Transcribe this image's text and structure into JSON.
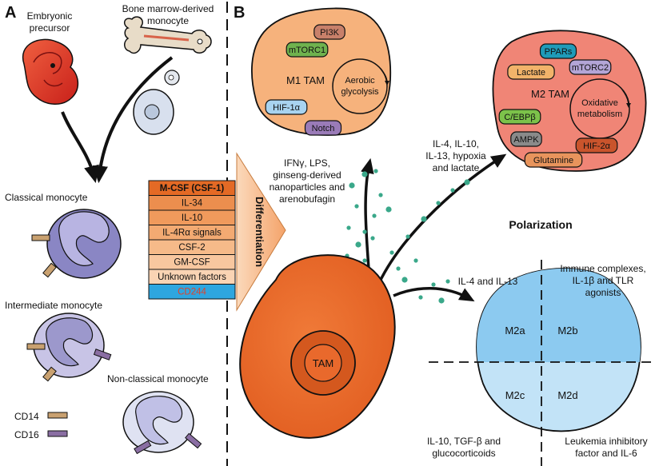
{
  "panels": {
    "a": "A",
    "b": "B"
  },
  "panel_a": {
    "embryonic": [
      "Embryonic",
      "precursor"
    ],
    "bone_marrow": [
      "Bone marrow-derived",
      "monocyte"
    ],
    "classical": "Classical monocyte",
    "intermediate": "Intermediate monocyte",
    "nonclassical": "Non-classical monocyte",
    "legend": {
      "cd14": "CD14",
      "cd16": "CD16"
    },
    "colors": {
      "cd14": "#c9a170",
      "cd16": "#8a6ea3"
    }
  },
  "factors": {
    "items": [
      {
        "label": "M-CSF (CSF-1)",
        "color": "#e46a25"
      },
      {
        "label": "IL-34",
        "color": "#ec8e4e"
      },
      {
        "label": "IL-10",
        "color": "#f09a5c"
      },
      {
        "label": "IL-4Rα signals",
        "color": "#f3aa72"
      },
      {
        "label": "CSF-2",
        "color": "#f6ba89"
      },
      {
        "label": "GM-CSF",
        "color": "#f8c79f"
      },
      {
        "label": "Unknown factors",
        "color": "#fad4b4"
      },
      {
        "label": "CD244",
        "color": "#2ea6df",
        "text_color": "#e0432b"
      }
    ],
    "arrow_label": "Differentiation"
  },
  "m1": {
    "title": "M1 TAM",
    "inner": [
      "Aerobic",
      "glycolysis"
    ],
    "tags": [
      {
        "label": "PI3K",
        "color": "#c8806a"
      },
      {
        "label": "mTORC1",
        "color": "#6fb24e"
      },
      {
        "label": "HIF-1α",
        "color": "#a8d3f0"
      },
      {
        "label": "Notch",
        "color": "#9a7bb8"
      }
    ],
    "stimuli": [
      "IFNγ, LPS,",
      "ginseng-derived",
      "nanoparticles and",
      "arenobufagin"
    ]
  },
  "m2": {
    "title": "M2 TAM",
    "inner": [
      "Oxidative",
      "metabolism"
    ],
    "tags": [
      {
        "label": "PPARs",
        "color": "#1f9bb8"
      },
      {
        "label": "Lactate",
        "color": "#f2b36a"
      },
      {
        "label": "mTORC2",
        "color": "#b3a5d6"
      },
      {
        "label": "C/EBPβ",
        "color": "#7cc24a"
      },
      {
        "label": "AMPK",
        "color": "#8a8a8a"
      },
      {
        "label": "HIF-2α",
        "color": "#c9542c"
      },
      {
        "label": "Glutamine",
        "color": "#e8945c"
      }
    ],
    "stimuli": [
      "IL-4,  IL-10,",
      "IL-13, hypoxia",
      "and lactate"
    ]
  },
  "tam": {
    "label": "TAM"
  },
  "polarization": "Polarization",
  "subtypes": {
    "m2a": "M2a",
    "m2b": "M2b",
    "m2c": "M2c",
    "m2d": "M2d",
    "il4_il13": "IL-4 and IL-13",
    "immune": [
      "Immune complexes,",
      "IL-1β and TLR",
      "agonists"
    ],
    "il10": [
      "IL-10, TGF-β and",
      "glucocorticoids"
    ],
    "lif": [
      "Leukemia inhibitory",
      "factor and IL-6"
    ]
  },
  "colors": {
    "tam_outer": "#e9692c",
    "m1_fill": "#f6b27c",
    "m2_fill": "#f08576",
    "dots": "#3aa88a",
    "sub_dark": "#8ccaf0",
    "sub_light": "#c2e3f7"
  }
}
